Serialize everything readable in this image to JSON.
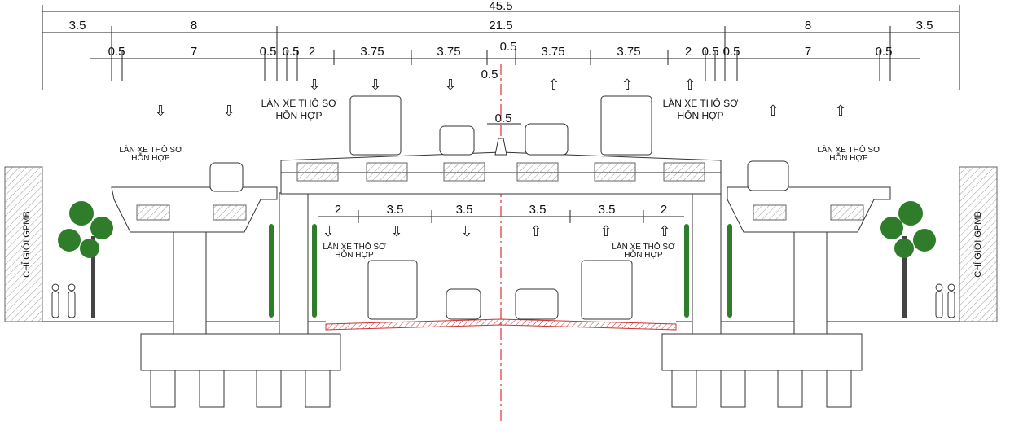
{
  "dimensions": {
    "total": "45.5",
    "row2": [
      "3.5",
      "8",
      "21.5",
      "8",
      "3.5"
    ],
    "row3_left": [
      "0.5",
      "7",
      "0.5",
      "0.5",
      "2",
      "3.75",
      "3.75"
    ],
    "row3_center": [
      "0.5",
      "0.5"
    ],
    "row3_right": [
      "3.75",
      "3.75",
      "2",
      "0.5",
      "0.5",
      "7",
      "0.5"
    ],
    "median": "0.5",
    "lower": [
      "2",
      "3.5",
      "3.5",
      "3.5",
      "3.5",
      "2"
    ]
  },
  "labels": {
    "lane_line1": "LÀN XE THÔ SƠ",
    "lane_line2": "HỖN HỢP",
    "boundary": "CHỈ GIỚI GPMB"
  },
  "arrows": {
    "down": "⇩",
    "up": "⇧"
  },
  "colors": {
    "centerline": "#e0303a",
    "tree": "#2f7d2a",
    "hatch": "#999999"
  }
}
